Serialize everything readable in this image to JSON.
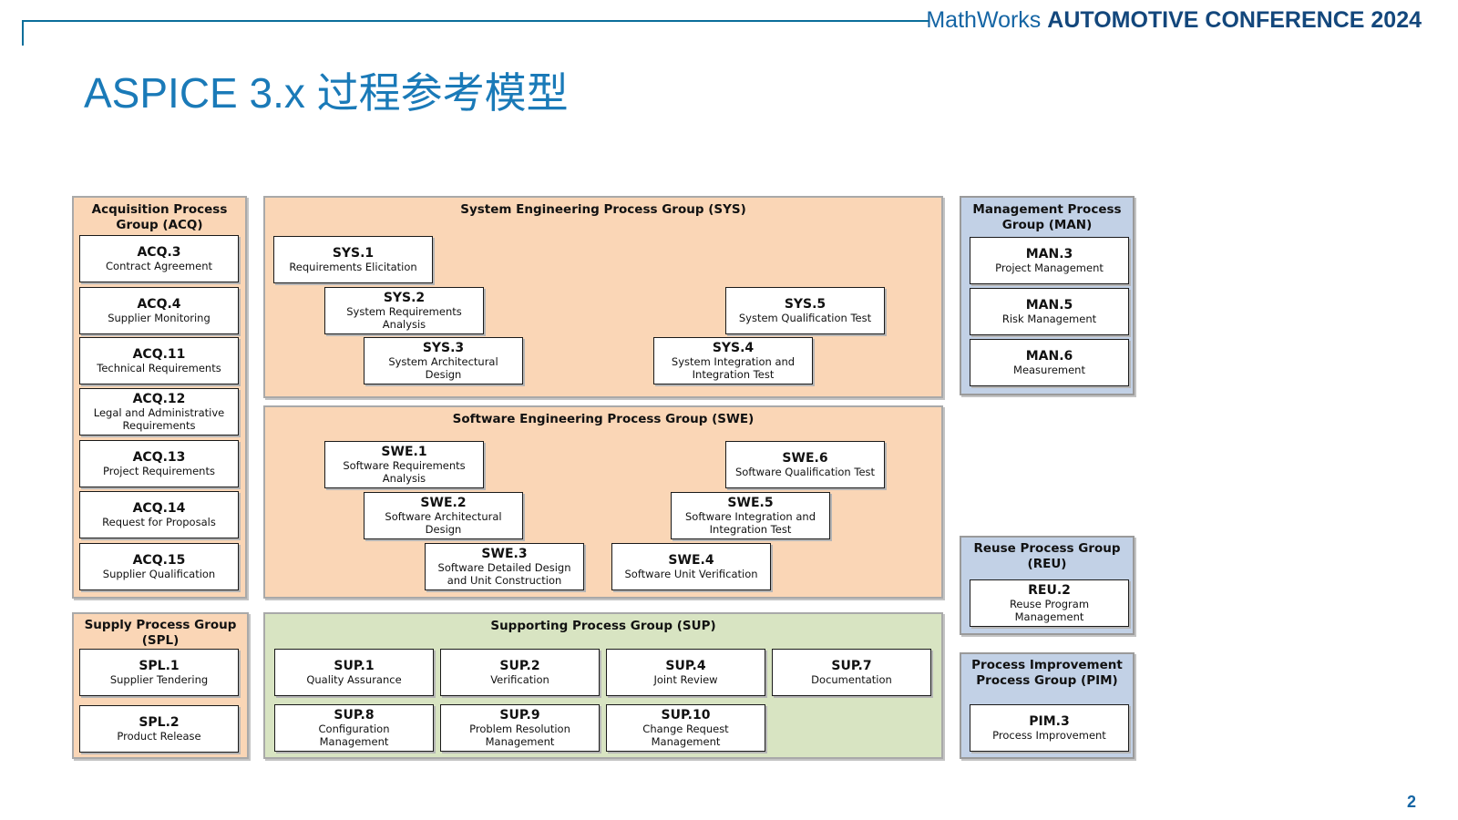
{
  "header": {
    "brand_light": "MathWorks",
    "brand_bold": "AUTOMOTIVE CONFERENCE 2024",
    "title": "ASPICE 3.x 过程参考模型",
    "page_number": "2"
  },
  "groups": {
    "acq": {
      "title_lines": [
        "Acquisition Process",
        "Group (ACQ)"
      ],
      "processes": [
        {
          "code": "ACQ.3",
          "name": "Contract Agreement"
        },
        {
          "code": "ACQ.4",
          "name": "Supplier Monitoring"
        },
        {
          "code": "ACQ.11",
          "name": "Technical Requirements"
        },
        {
          "code": "ACQ.12",
          "name": "Legal and Administrative\nRequirements"
        },
        {
          "code": "ACQ.13",
          "name": "Project Requirements"
        },
        {
          "code": "ACQ.14",
          "name": "Request for Proposals"
        },
        {
          "code": "ACQ.15",
          "name": "Supplier Qualification"
        }
      ]
    },
    "sys": {
      "title_lines": [
        "System Engineering Process Group (SYS)"
      ],
      "processes": [
        {
          "code": "SYS.1",
          "name": "Requirements Elicitation"
        },
        {
          "code": "SYS.2",
          "name": "System Requirements\nAnalysis"
        },
        {
          "code": "SYS.3",
          "name": "System Architectural\nDesign"
        },
        {
          "code": "SYS.4",
          "name": "System Integration and\nIntegration Test"
        },
        {
          "code": "SYS.5",
          "name": "System Qualification Test"
        }
      ]
    },
    "swe": {
      "title_lines": [
        "Software Engineering Process Group (SWE)"
      ],
      "processes": [
        {
          "code": "SWE.1",
          "name": "Software Requirements\nAnalysis"
        },
        {
          "code": "SWE.2",
          "name": "Software Architectural\nDesign"
        },
        {
          "code": "SWE.3",
          "name": "Software Detailed Design\nand Unit Construction"
        },
        {
          "code": "SWE.4",
          "name": "Software Unit Verification"
        },
        {
          "code": "SWE.5",
          "name": "Software Integration and\nIntegration Test"
        },
        {
          "code": "SWE.6",
          "name": "Software Qualification Test"
        }
      ]
    },
    "man": {
      "title_lines": [
        "Management Process",
        "Group (MAN)"
      ],
      "processes": [
        {
          "code": "MAN.3",
          "name": "Project Management"
        },
        {
          "code": "MAN.5",
          "name": "Risk Management"
        },
        {
          "code": "MAN.6",
          "name": "Measurement"
        }
      ]
    },
    "reu": {
      "title_lines": [
        "Reuse Process Group",
        "(REU)"
      ],
      "processes": [
        {
          "code": "REU.2",
          "name": "Reuse Program\nManagement"
        }
      ]
    },
    "spl": {
      "title_lines": [
        "Supply Process Group",
        "(SPL)"
      ],
      "processes": [
        {
          "code": "SPL.1",
          "name": "Supplier Tendering"
        },
        {
          "code": "SPL.2",
          "name": "Product Release"
        }
      ]
    },
    "sup": {
      "title_lines": [
        "Supporting Process Group (SUP)"
      ],
      "processes": [
        {
          "code": "SUP.1",
          "name": "Quality Assurance"
        },
        {
          "code": "SUP.2",
          "name": "Verification"
        },
        {
          "code": "SUP.4",
          "name": "Joint Review"
        },
        {
          "code": "SUP.7",
          "name": "Documentation"
        },
        {
          "code": "SUP.8",
          "name": "Configuration\nManagement"
        },
        {
          "code": "SUP.9",
          "name": "Problem Resolution\nManagement"
        },
        {
          "code": "SUP.10",
          "name": "Change Request\nManagement"
        }
      ]
    },
    "pim": {
      "title_lines": [
        "Process Improvement",
        "Process Group (PIM)"
      ],
      "processes": [
        {
          "code": "PIM.3",
          "name": "Process Improvement"
        }
      ]
    }
  },
  "colors": {
    "accent": "#1a7ab8",
    "engineering_fill": "#fad6b6",
    "support_fill": "#d8e4c2",
    "management_fill": "#c2d1e6"
  }
}
